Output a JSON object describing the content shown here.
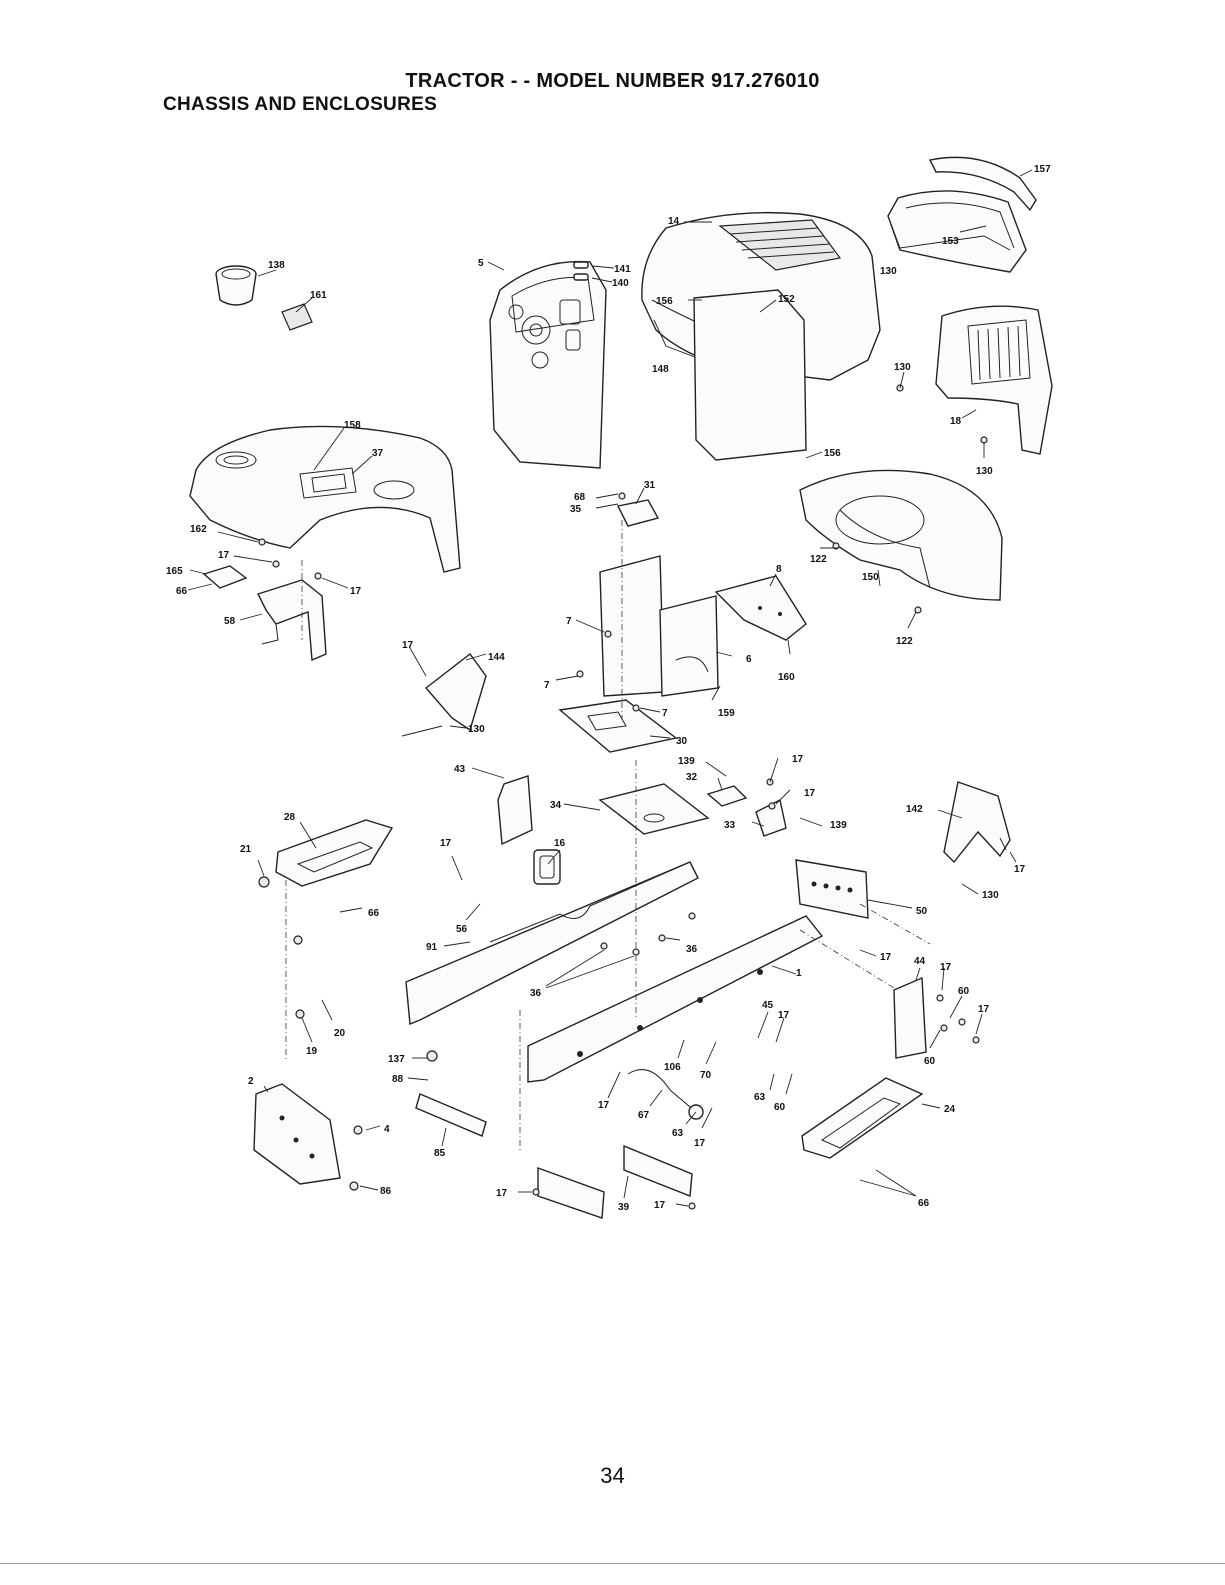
{
  "header": {
    "title": "TRACTOR - - MODEL NUMBER 917.276010",
    "subtitle": "CHASSIS AND ENCLOSURES"
  },
  "footer": {
    "page_number": "34"
  },
  "callouts": {
    "c157": "157",
    "c153": "153",
    "c130a": "130",
    "c14": "14",
    "c148": "148",
    "c141": "141",
    "c140": "140",
    "c5": "5",
    "c138": "138",
    "c161": "161",
    "c158": "158",
    "c37": "37",
    "c156a": "156",
    "c152": "152",
    "c156b": "156",
    "c130b": "130",
    "c18": "18",
    "c130c": "130",
    "c68": "68",
    "c31": "31",
    "c35": "35",
    "c162": "162",
    "c17a": "17",
    "c165": "165",
    "c66a": "66",
    "c17b": "17",
    "c58": "58",
    "c8": "8",
    "c122a": "122",
    "c150": "150",
    "c122b": "122",
    "c7a": "7",
    "c6": "6",
    "c160": "160",
    "c7b": "7",
    "c159": "159",
    "c7c": "7",
    "c17c": "17",
    "c144": "144",
    "c130d": "130",
    "c30": "30",
    "c139a": "139",
    "c17d": "17",
    "c32": "32",
    "c17e": "17",
    "c43": "43",
    "c34": "34",
    "c33": "33",
    "c139b": "139",
    "c142": "142",
    "c17f": "17",
    "c130e": "130",
    "c28": "28",
    "c21": "21",
    "c16": "16",
    "c17g": "17",
    "c66b": "66",
    "c56": "56",
    "c91": "91",
    "c36a": "36",
    "c50": "50",
    "c17h": "17",
    "c17i": "17",
    "c44": "44",
    "c36b": "36",
    "c1": "1",
    "c60a": "60",
    "c17j": "17",
    "c45": "45",
    "c17k": "17",
    "c20": "20",
    "c19": "19",
    "c137": "137",
    "c88": "88",
    "c106": "106",
    "c70": "70",
    "c60b": "60",
    "c2": "2",
    "c17l": "17",
    "c67": "67",
    "c63a": "63",
    "c60c": "60",
    "c4": "4",
    "c63b": "63",
    "c17m": "17",
    "c24": "24",
    "c85": "85",
    "c86": "86",
    "c17n": "17",
    "c39": "39",
    "c17o": "17",
    "c66c": "66"
  }
}
